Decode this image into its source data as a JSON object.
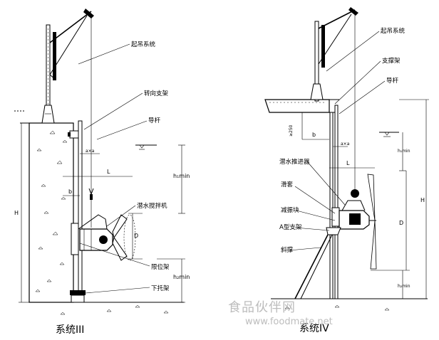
{
  "left_system": {
    "caption": "系统III",
    "labels": {
      "hoist": "起吊系统",
      "swivel_bracket": "转向支架",
      "guide_rod": "导杆",
      "mixer": "潜水搅拌机",
      "limit_frame": "限位架",
      "lower_bracket": "下托架"
    },
    "dims": {
      "H": "H",
      "L": "L",
      "b": "b",
      "D": "D",
      "h1": "h₁min",
      "h2": "h₂min",
      "ax": "a×a"
    }
  },
  "right_system": {
    "caption": "系统IV",
    "labels": {
      "hoist": "起吊系统",
      "support_frame": "支撑架",
      "guide_rod": "导杆",
      "propeller": "潜水推进器",
      "sleeve": "滑套",
      "damper": "减振块",
      "a_frame": "A型支架",
      "brace": "斜撑"
    },
    "dims": {
      "H": "H",
      "L": "L",
      "b": "b",
      "D": "D",
      "ge250": "≥250",
      "h1": "h₁min",
      "h2": "h₂min",
      "ax": "a×a"
    }
  },
  "watermark": {
    "cn": "食品伙伴网",
    "url": "www.foodmate.net"
  }
}
